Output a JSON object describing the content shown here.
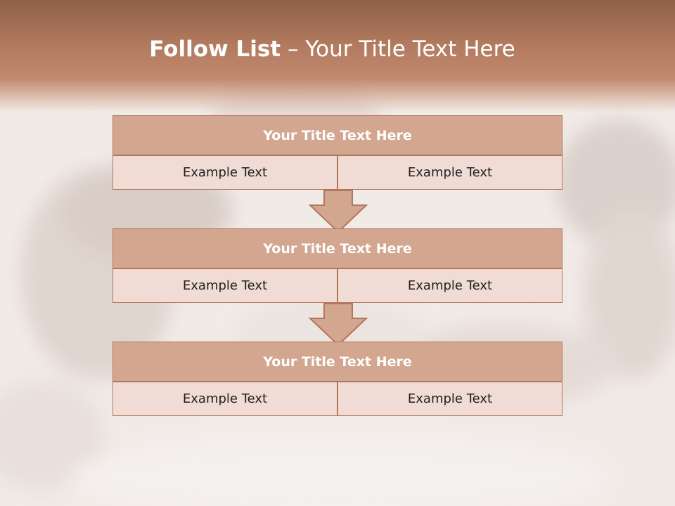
{
  "slide": {
    "title_bold": "Follow List",
    "title_rest": " – Your Title Text Here"
  },
  "steps": [
    {
      "title": "Your Title Text Here",
      "left": "Example Text",
      "right": "Example Text"
    },
    {
      "title": "Your Title Text Here",
      "left": "Example Text",
      "right": "Example Text"
    },
    {
      "title": "Your Title Text Here",
      "left": "Example Text",
      "right": "Example Text"
    }
  ],
  "colors": {
    "title_band": "#b27a5e",
    "header_fill": "#d3a68f",
    "cell_fill": "#f0dcd4",
    "border": "#b2775b",
    "arrow_fill": "#d3a68f"
  }
}
